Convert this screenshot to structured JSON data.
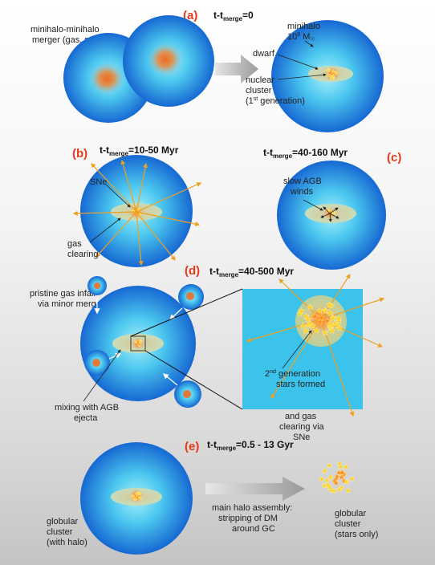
{
  "panel_a": {
    "tag": "(a)",
    "title_t": "t-t",
    "title_sub": "merge",
    "title_val": "=0",
    "merger_label": [
      "minihalo-minihalo",
      "merger (gas, no stars)"
    ],
    "minihalo_label": [
      "minihalo",
      "10",
      "8",
      " M",
      "☉"
    ],
    "dwarf_label": "dwarf",
    "cluster_label": [
      "nuclear",
      "cluster",
      "(1",
      "st",
      " generation)"
    ]
  },
  "panel_b": {
    "tag": "(b)",
    "title_t": "t-t",
    "title_sub": "merge",
    "title_val": "=10-50 Myr",
    "sne_label": "SNe",
    "gas_label": [
      "gas",
      "clearing"
    ]
  },
  "panel_c": {
    "tag": "(c)",
    "title_t": "t-t",
    "title_sub": "merge",
    "title_val": "=40-160 Myr",
    "agb_label": [
      "slow AGB",
      "winds"
    ]
  },
  "panel_d": {
    "tag": "(d)",
    "title_t": "t-t",
    "title_sub": "merge",
    "title_val": "=40-500 Myr",
    "infall_label": [
      "pristine gas infall",
      "via minor mergers"
    ],
    "mixing_label": [
      "mixing with AGB",
      "ejecta"
    ],
    "second_gen_label": [
      "2",
      "nd",
      " generation",
      "stars formed"
    ],
    "clearing_label": [
      "and gas",
      "clearing via",
      "SNe"
    ]
  },
  "panel_e": {
    "tag": "(e)",
    "title_t": "t-t",
    "title_sub": "merge",
    "title_val": "=0.5 - 13 Gyr",
    "gc_label": [
      "globular",
      "cluster",
      "(with halo)"
    ],
    "assembly_label": [
      "main halo assembly:",
      "stripping of DM",
      "around GC"
    ],
    "gc_stars_label": [
      "globular",
      "cluster",
      "(stars only)"
    ]
  },
  "colors": {
    "halo_inner": "#8fe3f5",
    "halo_outer": "#1a6fd6",
    "disk": "#cfd9b0",
    "arrow": "#f0a020",
    "tag": "#e8381a",
    "star": "#ffd21e"
  }
}
